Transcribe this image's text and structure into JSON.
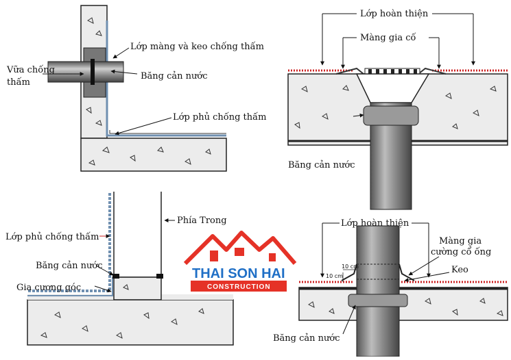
{
  "panel_top_left": {
    "label_membrane": "Lớp màng và keo chống thấm",
    "label_mortar_line1": "Vữa chống",
    "label_mortar_line2": "thấm",
    "label_waterstop": "Băng cản nước",
    "label_coating": "Lớp phủ chống thấm"
  },
  "panel_top_right": {
    "label_finish": "Lớp hoàn thiện",
    "label_reinforce": "Màng gia cố",
    "label_waterstop": "Băng cản nước"
  },
  "panel_bottom_left": {
    "label_coating": "Lớp phủ chống thấm",
    "label_waterstop": "Băng cản nước",
    "label_corner": "Gia cương góc",
    "label_inside": "Phía Trong"
  },
  "panel_bottom_right": {
    "label_finish": "Lớp hoàn thiện",
    "label_reinforce_line1": "Màng gia",
    "label_reinforce_line2": "cường cổ ống",
    "label_glue": "Keo",
    "label_dim_h": "10 cm",
    "label_dim_v": "10 cm",
    "label_waterstop": "Băng cản nước"
  },
  "logo": {
    "name": "THAI SON HAI",
    "tagline": "CONSTRUCTION"
  },
  "colors": {
    "concrete": "#e9e9e9",
    "pipe": "#8a8a8a",
    "logo_red": "#e53227",
    "logo_blue": "#1f6fc6",
    "membrane_red": "#cc2222"
  }
}
